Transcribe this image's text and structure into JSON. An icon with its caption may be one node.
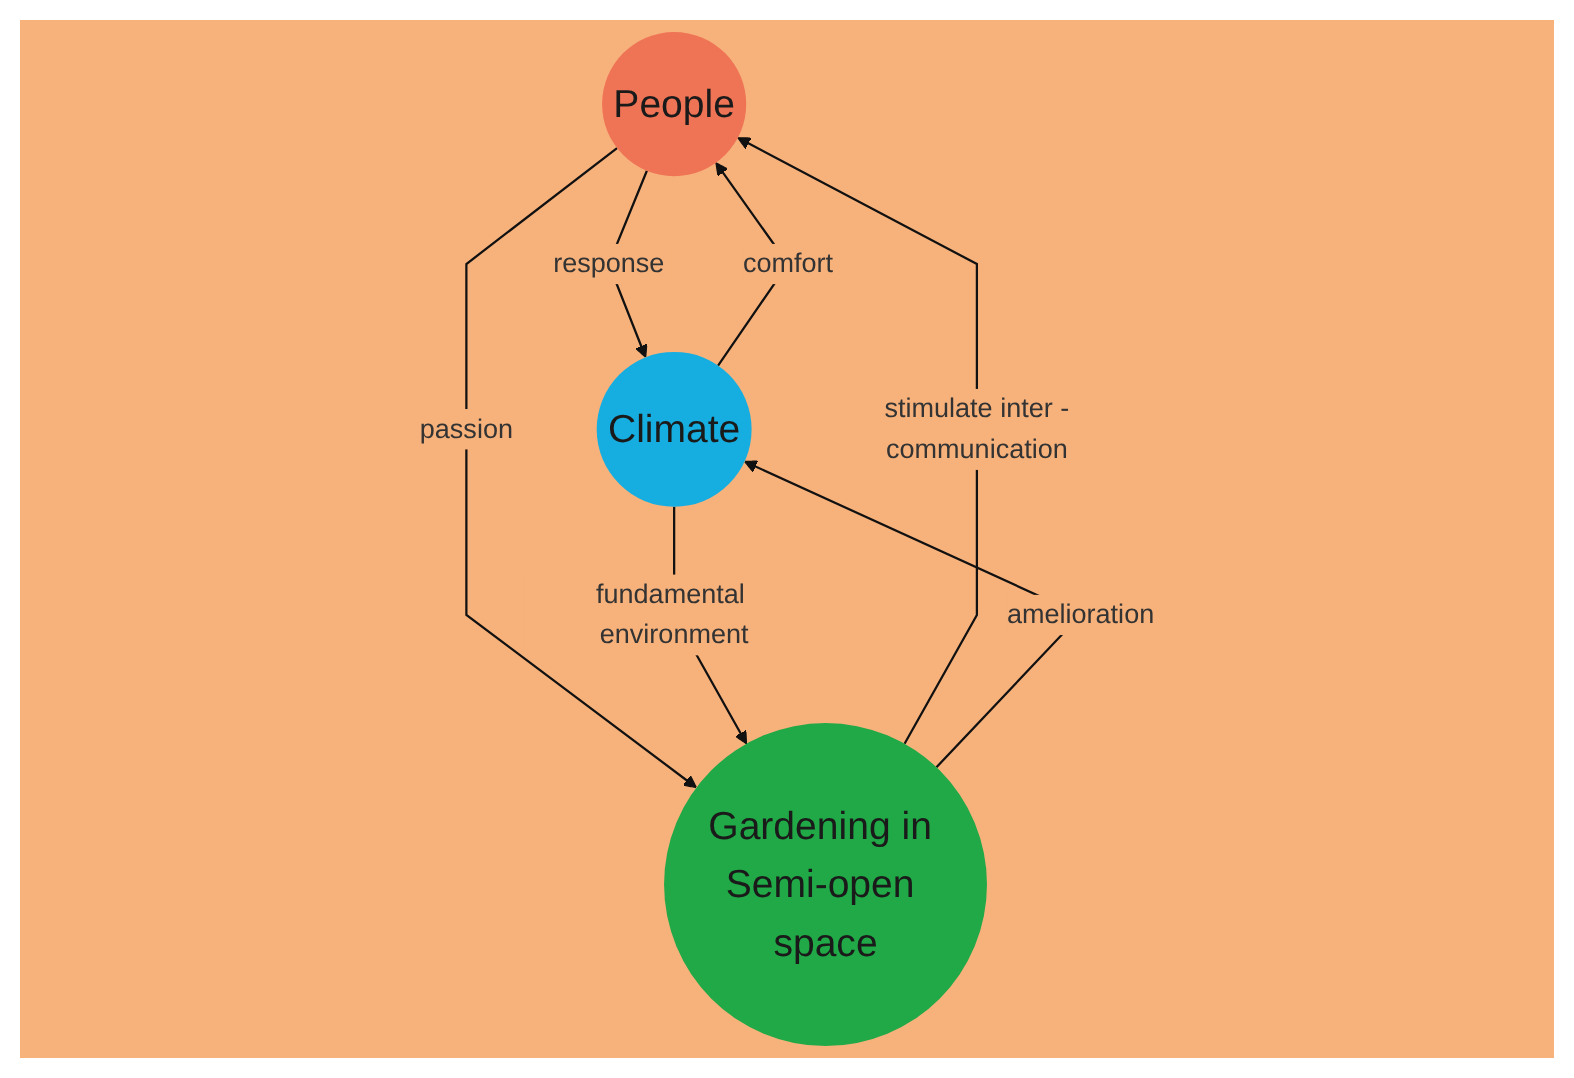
{
  "diagram": {
    "nodes": [
      {
        "text": [
          "People"
        ]
      },
      {
        "text": [
          "Climate"
        ]
      },
      {
        "text": [
          "Gardening in Semi-open space"
        ]
      }
    ],
    "edges": [
      {
        "from": 1,
        "to": 0,
        "arrow": "to",
        "label": "comfort"
      },
      {
        "from": 0,
        "to": 1,
        "arrow": "to",
        "label": "response"
      },
      {
        "from": 0,
        "to": 2,
        "arrow": "to",
        "label": "passion"
      },
      {
        "from": 2,
        "to": 0,
        "arrow": "to",
        "label": "stimulate inter -communication"
      },
      {
        "from": 2,
        "to": 1,
        "arrow": "to",
        "label": "amelioration"
      },
      {
        "from": 1,
        "to": 2,
        "arrow": "to",
        "label": "fundamental environment"
      }
    ]
  }
}
